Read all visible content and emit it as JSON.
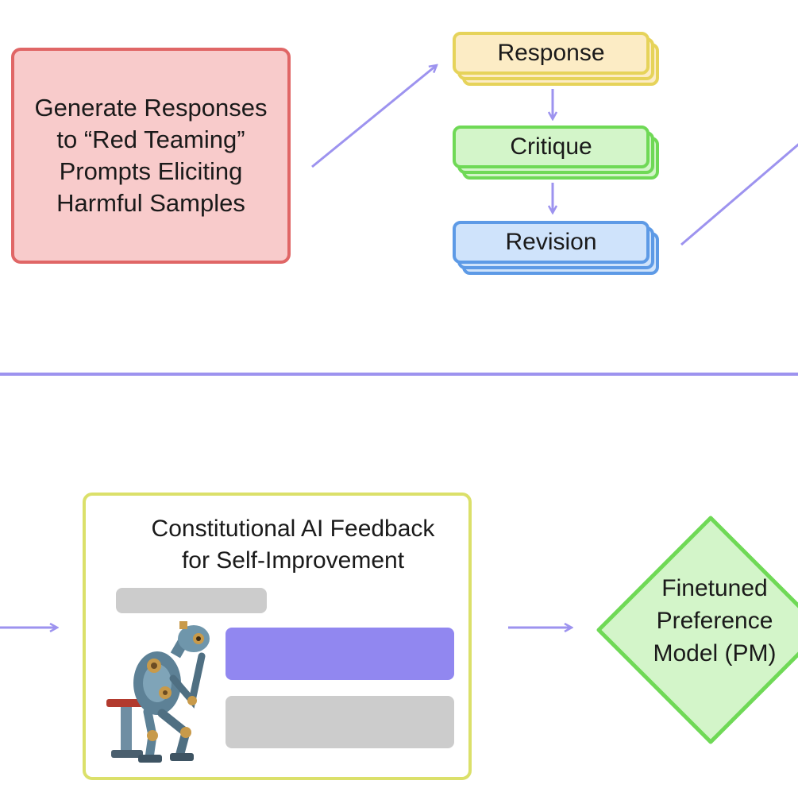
{
  "generate_box": {
    "lines": [
      "Generate Responses",
      "to “Red Teaming”",
      "Prompts Eliciting",
      "Harmful Samples"
    ]
  },
  "steps": {
    "response": "Response",
    "critique": "Critique",
    "revision": "Revision"
  },
  "feedback_box": {
    "lines": [
      "Constitutional AI Feedback",
      "for Self-Improvement"
    ]
  },
  "pm_diamond": {
    "lines": [
      "Finetuned",
      "Preference",
      "Model (PM)"
    ]
  },
  "colors": {
    "arrow": "#9d93ef",
    "red_fill": "#f8cbcb",
    "red_border": "#e06666",
    "yellow_fill": "#fcecc5",
    "yellow_border": "#e6d35a",
    "green_fill": "#d3f5c9",
    "green_border": "#6fd956",
    "blue_fill": "#cfe3fb",
    "blue_border": "#5d9ae6",
    "accent_bubble": "#9187f0",
    "gray_bubble": "#cccccc"
  },
  "icons": {
    "robot": "thinking-robot-icon"
  }
}
